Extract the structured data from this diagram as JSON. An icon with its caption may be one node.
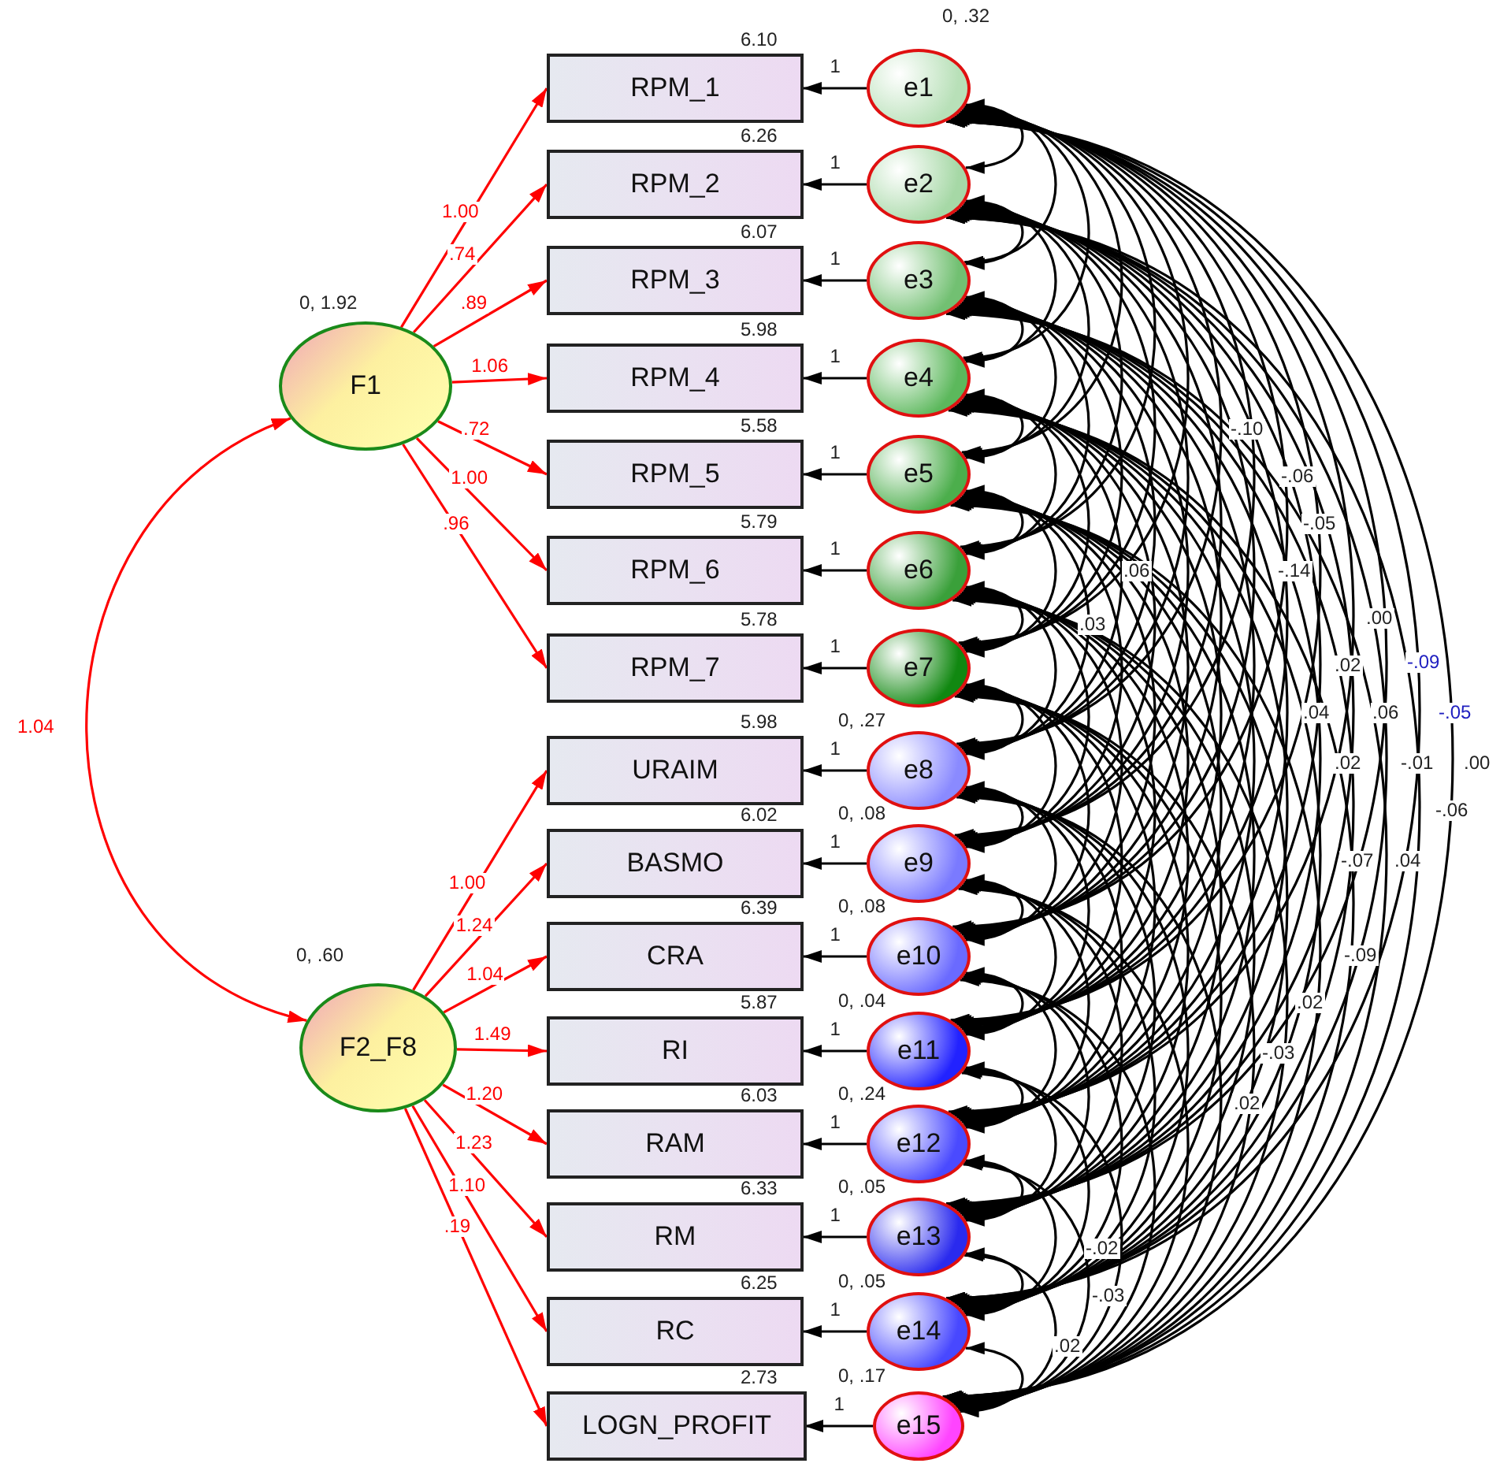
{
  "diagram": {
    "nodes": [
      {
        "text": [
          "F1"
        ],
        "beside": [
          "0, 1.92"
        ]
      },
      {
        "text": [
          "F2_F8"
        ],
        "beside": [
          "0, .60"
        ]
      },
      {
        "text": [
          "RPM_1"
        ],
        "beside": [
          "6.10"
        ]
      },
      {
        "text": [
          "RPM_2"
        ],
        "beside": [
          "6.26"
        ]
      },
      {
        "text": [
          "RPM_3"
        ],
        "beside": [
          "6.07"
        ]
      },
      {
        "text": [
          "RPM_4"
        ],
        "beside": [
          "5.98"
        ]
      },
      {
        "text": [
          "RPM_5"
        ],
        "beside": [
          "5.58"
        ]
      },
      {
        "text": [
          "RPM_6"
        ],
        "beside": [
          "5.79"
        ]
      },
      {
        "text": [
          "RPM_7"
        ],
        "beside": [
          "5.78"
        ]
      },
      {
        "text": [
          "URAIM"
        ],
        "beside": [
          "5.98"
        ]
      },
      {
        "text": [
          "BASMO"
        ],
        "beside": [
          "6.02"
        ]
      },
      {
        "text": [
          "CRA"
        ],
        "beside": [
          "6.39"
        ]
      },
      {
        "text": [
          "RI"
        ],
        "beside": [
          "5.87"
        ]
      },
      {
        "text": [
          "RAM"
        ],
        "beside": [
          "6.03"
        ]
      },
      {
        "text": [
          "RM"
        ],
        "beside": [
          "6.33"
        ]
      },
      {
        "text": [
          "RC"
        ],
        "beside": [
          "6.25"
        ]
      },
      {
        "text": [
          "LOGN_PROFIT"
        ],
        "beside": [
          "2.73"
        ]
      },
      {
        "text": [
          "e1"
        ],
        "beside": [
          "0, .32"
        ]
      },
      {
        "text": [
          "e2"
        ]
      },
      {
        "text": [
          "e3"
        ]
      },
      {
        "text": [
          "e4"
        ]
      },
      {
        "text": [
          "e5"
        ]
      },
      {
        "text": [
          "e6"
        ]
      },
      {
        "text": [
          "e7"
        ]
      },
      {
        "text": [
          "e8"
        ],
        "beside": [
          "0, .27"
        ]
      },
      {
        "text": [
          "e9"
        ],
        "beside": [
          "0, .08"
        ]
      },
      {
        "text": [
          "e10"
        ],
        "beside": [
          "0, .08"
        ]
      },
      {
        "text": [
          "e11"
        ],
        "beside": [
          "0, .04"
        ]
      },
      {
        "text": [
          "e12"
        ],
        "beside": [
          "0, .24"
        ]
      },
      {
        "text": [
          "e13"
        ],
        "beside": [
          "0, .05"
        ]
      },
      {
        "text": [
          "e14"
        ],
        "beside": [
          "0, .05"
        ]
      },
      {
        "text": [
          "e15"
        ],
        "beside": [
          "0, .17"
        ]
      }
    ],
    "edges": [
      {
        "from": 0,
        "to": 1,
        "arrow": "both",
        "label": "1.04",
        "color": "#ff0000"
      },
      {
        "from": 0,
        "to": 2,
        "arrow": "to",
        "label": "1.00",
        "color": "#ff0000"
      },
      {
        "from": 0,
        "to": 3,
        "arrow": "to",
        "label": ".74",
        "color": "#ff0000"
      },
      {
        "from": 0,
        "to": 4,
        "arrow": "to",
        "label": ".89",
        "color": "#ff0000"
      },
      {
        "from": 0,
        "to": 5,
        "arrow": "to",
        "label": "1.06",
        "color": "#ff0000"
      },
      {
        "from": 0,
        "to": 6,
        "arrow": "to",
        "label": ".72",
        "color": "#ff0000"
      },
      {
        "from": 0,
        "to": 7,
        "arrow": "to",
        "label": "1.00",
        "color": "#ff0000"
      },
      {
        "from": 0,
        "to": 8,
        "arrow": "to",
        "label": ".96",
        "color": "#ff0000"
      },
      {
        "from": 1,
        "to": 9,
        "arrow": "to",
        "label": "1.00",
        "color": "#ff0000"
      },
      {
        "from": 1,
        "to": 10,
        "arrow": "to",
        "label": "1.24",
        "color": "#ff0000"
      },
      {
        "from": 1,
        "to": 11,
        "arrow": "to",
        "label": "1.04",
        "color": "#ff0000"
      },
      {
        "from": 1,
        "to": 12,
        "arrow": "to",
        "label": "1.49",
        "color": "#ff0000"
      },
      {
        "from": 1,
        "to": 13,
        "arrow": "to",
        "label": "1.20",
        "color": "#ff0000"
      },
      {
        "from": 1,
        "to": 14,
        "arrow": "to",
        "label": "1.23",
        "color": "#ff0000"
      },
      {
        "from": 1,
        "to": 15,
        "arrow": "to",
        "label": "1.10",
        "color": "#ff0000"
      },
      {
        "from": 1,
        "to": 16,
        "arrow": "to",
        "label": ".19",
        "color": "#ff0000"
      },
      {
        "from": 17,
        "to": 2,
        "arrow": "to",
        "label": "1"
      },
      {
        "from": 18,
        "to": 3,
        "arrow": "to",
        "label": "1"
      },
      {
        "from": 19,
        "to": 4,
        "arrow": "to",
        "label": "1"
      },
      {
        "from": 20,
        "to": 5,
        "arrow": "to",
        "label": "1"
      },
      {
        "from": 21,
        "to": 6,
        "arrow": "to",
        "label": "1"
      },
      {
        "from": 22,
        "to": 7,
        "arrow": "to",
        "label": "1"
      },
      {
        "from": 23,
        "to": 8,
        "arrow": "to",
        "label": "1"
      },
      {
        "from": 24,
        "to": 9,
        "arrow": "to",
        "label": "1"
      },
      {
        "from": 25,
        "to": 10,
        "arrow": "to",
        "label": "1"
      },
      {
        "from": 26,
        "to": 11,
        "arrow": "to",
        "label": "1"
      },
      {
        "from": 27,
        "to": 12,
        "arrow": "to",
        "label": "1"
      },
      {
        "from": 28,
        "to": 13,
        "arrow": "to",
        "label": "1"
      },
      {
        "from": 29,
        "to": 14,
        "arrow": "to",
        "label": "1"
      },
      {
        "from": 30,
        "to": 15,
        "arrow": "to",
        "label": "1"
      },
      {
        "from": 31,
        "to": 16,
        "arrow": "to",
        "label": "1"
      },
      {
        "from": 17,
        "to": 18,
        "arrow": "both"
      },
      {
        "from": 17,
        "to": 19,
        "arrow": "both"
      },
      {
        "from": 17,
        "to": 20,
        "arrow": "both"
      },
      {
        "from": 17,
        "to": 21,
        "arrow": "both"
      },
      {
        "from": 17,
        "to": 22,
        "arrow": "both"
      },
      {
        "from": 17,
        "to": 23,
        "arrow": "both"
      },
      {
        "from": 17,
        "to": 24,
        "arrow": "both"
      },
      {
        "from": 17,
        "to": 25,
        "arrow": "both"
      },
      {
        "from": 17,
        "to": 26,
        "arrow": "both"
      },
      {
        "from": 17,
        "to": 27,
        "arrow": "both"
      },
      {
        "from": 17,
        "to": 28,
        "arrow": "both"
      },
      {
        "from": 17,
        "to": 29,
        "arrow": "both"
      },
      {
        "from": 17,
        "to": 30,
        "arrow": "both"
      },
      {
        "from": 17,
        "to": 31,
        "arrow": "both"
      },
      {
        "from": 18,
        "to": 19,
        "arrow": "both"
      },
      {
        "from": 18,
        "to": 20,
        "arrow": "both"
      },
      {
        "from": 18,
        "to": 21,
        "arrow": "both"
      },
      {
        "from": 18,
        "to": 22,
        "arrow": "both"
      },
      {
        "from": 18,
        "to": 23,
        "arrow": "both"
      },
      {
        "from": 18,
        "to": 24,
        "arrow": "both"
      },
      {
        "from": 18,
        "to": 25,
        "arrow": "both"
      },
      {
        "from": 18,
        "to": 26,
        "arrow": "both"
      },
      {
        "from": 18,
        "to": 27,
        "arrow": "both"
      },
      {
        "from": 18,
        "to": 28,
        "arrow": "both"
      },
      {
        "from": 18,
        "to": 29,
        "arrow": "both"
      },
      {
        "from": 18,
        "to": 30,
        "arrow": "both"
      },
      {
        "from": 18,
        "to": 31,
        "arrow": "both"
      },
      {
        "from": 19,
        "to": 20,
        "arrow": "both"
      },
      {
        "from": 19,
        "to": 21,
        "arrow": "both"
      },
      {
        "from": 19,
        "to": 22,
        "arrow": "both"
      },
      {
        "from": 19,
        "to": 23,
        "arrow": "both"
      },
      {
        "from": 19,
        "to": 24,
        "arrow": "both"
      },
      {
        "from": 19,
        "to": 25,
        "arrow": "both"
      },
      {
        "from": 19,
        "to": 26,
        "arrow": "both"
      },
      {
        "from": 19,
        "to": 27,
        "arrow": "both"
      },
      {
        "from": 19,
        "to": 28,
        "arrow": "both"
      },
      {
        "from": 19,
        "to": 29,
        "arrow": "both"
      },
      {
        "from": 19,
        "to": 30,
        "arrow": "both"
      },
      {
        "from": 19,
        "to": 31,
        "arrow": "both"
      },
      {
        "from": 20,
        "to": 21,
        "arrow": "both"
      },
      {
        "from": 20,
        "to": 22,
        "arrow": "both"
      },
      {
        "from": 20,
        "to": 23,
        "arrow": "both"
      },
      {
        "from": 20,
        "to": 24,
        "arrow": "both"
      },
      {
        "from": 20,
        "to": 25,
        "arrow": "both"
      },
      {
        "from": 20,
        "to": 26,
        "arrow": "both"
      },
      {
        "from": 20,
        "to": 27,
        "arrow": "both"
      },
      {
        "from": 20,
        "to": 28,
        "arrow": "both"
      },
      {
        "from": 20,
        "to": 29,
        "arrow": "both"
      },
      {
        "from": 20,
        "to": 30,
        "arrow": "both"
      },
      {
        "from": 20,
        "to": 31,
        "arrow": "both"
      },
      {
        "from": 21,
        "to": 22,
        "arrow": "both"
      },
      {
        "from": 21,
        "to": 23,
        "arrow": "both"
      },
      {
        "from": 21,
        "to": 24,
        "arrow": "both"
      },
      {
        "from": 21,
        "to": 25,
        "arrow": "both"
      },
      {
        "from": 21,
        "to": 26,
        "arrow": "both"
      },
      {
        "from": 21,
        "to": 27,
        "arrow": "both"
      },
      {
        "from": 21,
        "to": 28,
        "arrow": "both"
      },
      {
        "from": 21,
        "to": 29,
        "arrow": "both"
      },
      {
        "from": 21,
        "to": 30,
        "arrow": "both"
      },
      {
        "from": 21,
        "to": 31,
        "arrow": "both"
      },
      {
        "from": 22,
        "to": 23,
        "arrow": "both"
      },
      {
        "from": 22,
        "to": 24,
        "arrow": "both"
      },
      {
        "from": 22,
        "to": 25,
        "arrow": "both"
      },
      {
        "from": 22,
        "to": 26,
        "arrow": "both"
      },
      {
        "from": 22,
        "to": 27,
        "arrow": "both"
      },
      {
        "from": 22,
        "to": 28,
        "arrow": "both"
      },
      {
        "from": 22,
        "to": 29,
        "arrow": "both"
      },
      {
        "from": 22,
        "to": 30,
        "arrow": "both"
      },
      {
        "from": 22,
        "to": 31,
        "arrow": "both"
      },
      {
        "from": 23,
        "to": 24,
        "arrow": "both"
      },
      {
        "from": 23,
        "to": 25,
        "arrow": "both"
      },
      {
        "from": 23,
        "to": 26,
        "arrow": "both"
      },
      {
        "from": 23,
        "to": 27,
        "arrow": "both"
      },
      {
        "from": 23,
        "to": 28,
        "arrow": "both"
      },
      {
        "from": 23,
        "to": 29,
        "arrow": "both"
      },
      {
        "from": 23,
        "to": 30,
        "arrow": "both"
      },
      {
        "from": 23,
        "to": 31,
        "arrow": "both"
      },
      {
        "from": 24,
        "to": 25,
        "arrow": "both"
      },
      {
        "from": 24,
        "to": 26,
        "arrow": "both"
      },
      {
        "from": 24,
        "to": 27,
        "arrow": "both"
      },
      {
        "from": 24,
        "to": 28,
        "arrow": "both"
      },
      {
        "from": 24,
        "to": 29,
        "arrow": "both"
      },
      {
        "from": 24,
        "to": 30,
        "arrow": "both"
      },
      {
        "from": 24,
        "to": 31,
        "arrow": "both"
      },
      {
        "from": 25,
        "to": 26,
        "arrow": "both"
      },
      {
        "from": 25,
        "to": 27,
        "arrow": "both"
      },
      {
        "from": 25,
        "to": 28,
        "arrow": "both"
      },
      {
        "from": 25,
        "to": 29,
        "arrow": "both"
      },
      {
        "from": 25,
        "to": 30,
        "arrow": "both"
      },
      {
        "from": 25,
        "to": 31,
        "arrow": "both"
      },
      {
        "from": 26,
        "to": 27,
        "arrow": "both"
      },
      {
        "from": 26,
        "to": 28,
        "arrow": "both"
      },
      {
        "from": 26,
        "to": 29,
        "arrow": "both"
      },
      {
        "from": 26,
        "to": 30,
        "arrow": "both"
      },
      {
        "from": 26,
        "to": 31,
        "arrow": "both"
      },
      {
        "from": 27,
        "to": 28,
        "arrow": "both"
      },
      {
        "from": 27,
        "to": 29,
        "arrow": "both"
      },
      {
        "from": 27,
        "to": 30,
        "arrow": "both"
      },
      {
        "from": 27,
        "to": 31,
        "arrow": "both"
      },
      {
        "from": 28,
        "to": 29,
        "arrow": "both"
      },
      {
        "from": 28,
        "to": 30,
        "arrow": "both"
      },
      {
        "from": 28,
        "to": 31,
        "arrow": "both"
      },
      {
        "from": 29,
        "to": 30,
        "arrow": "both"
      },
      {
        "from": 29,
        "to": 31,
        "arrow": "both"
      },
      {
        "from": 30,
        "to": 31,
        "arrow": "both"
      }
    ],
    "labels": [
      "-.10",
      "-.06",
      "-.05",
      "-.14",
      ".06",
      ".03",
      ".00",
      ".02",
      "-.09",
      "-.05",
      ".04",
      ".06",
      "-.01",
      ".00",
      ".02",
      "-.06",
      ".04",
      "-.07",
      "-.09",
      ".02",
      "-.03",
      ".02",
      "-.02",
      "-.03",
      ".02"
    ]
  }
}
